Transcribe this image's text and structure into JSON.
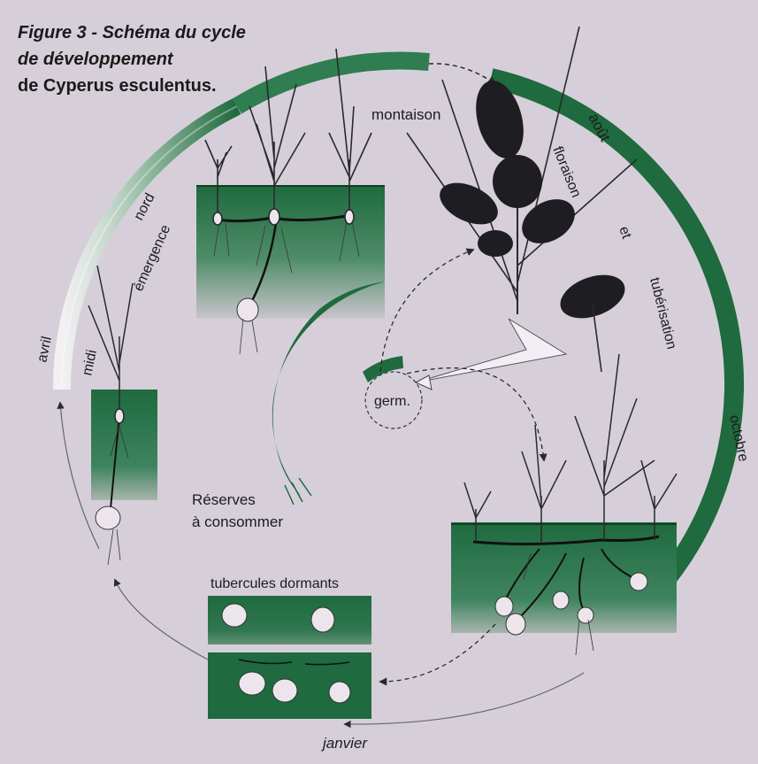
{
  "title": {
    "line1": "Figure 3 - Schéma du cycle",
    "line2": "de développement",
    "line3": "de Cyperus esculentus."
  },
  "labels": {
    "montaison": "montaison",
    "aout": "août",
    "floraison": "floraison",
    "et": "et",
    "tuberisation": "tubérisation",
    "octobre": "octobre",
    "janvier": "janvier",
    "avril": "avril",
    "midi": "midi",
    "nord": "nord",
    "emergence": "émergence",
    "germ": "germ.",
    "reserves_line1": "Réserves",
    "reserves_line2": "à consommer",
    "tubercules": "tubercules dormants"
  },
  "colors": {
    "background": "#d6cfd9",
    "green_dark": "#1f6a3e",
    "green_mid": "#3c8a5c",
    "green_light": "#8fb89d",
    "soil_fade": "#b9bcc0",
    "plant_dark": "#1e1e22",
    "tuber": "#ece6ec",
    "arrow": "#2a2a2a"
  },
  "icons": {
    "arrowhead": "triangle-arrowhead",
    "tuber": "tuber-icon",
    "plant": "sedge-plant-icon",
    "inflorescence": "flower-head-icon"
  }
}
